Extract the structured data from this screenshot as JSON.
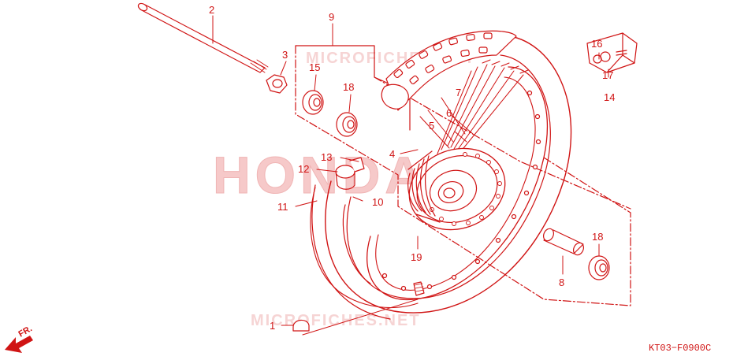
{
  "diagram": {
    "code": "KT03−F0900C",
    "direction_label": "FR.",
    "watermarks": {
      "brand": "HONDA",
      "site": "MICROFICHES.NET"
    },
    "callouts": {
      "p1": "1",
      "p2": "2",
      "p3": "3",
      "p4": "4",
      "p5": "5",
      "p6": "6",
      "p7": "7",
      "p8": "8",
      "p9": "9",
      "p10": "10",
      "p11": "11",
      "p12": "12",
      "p13": "13",
      "p14": "14",
      "p15": "15",
      "p16": "16",
      "p17": "17",
      "p18a": "18",
      "p18b": "18",
      "p19": "19"
    }
  },
  "colors": {
    "line": "#d01414",
    "watermark": "#f6c9c9"
  }
}
